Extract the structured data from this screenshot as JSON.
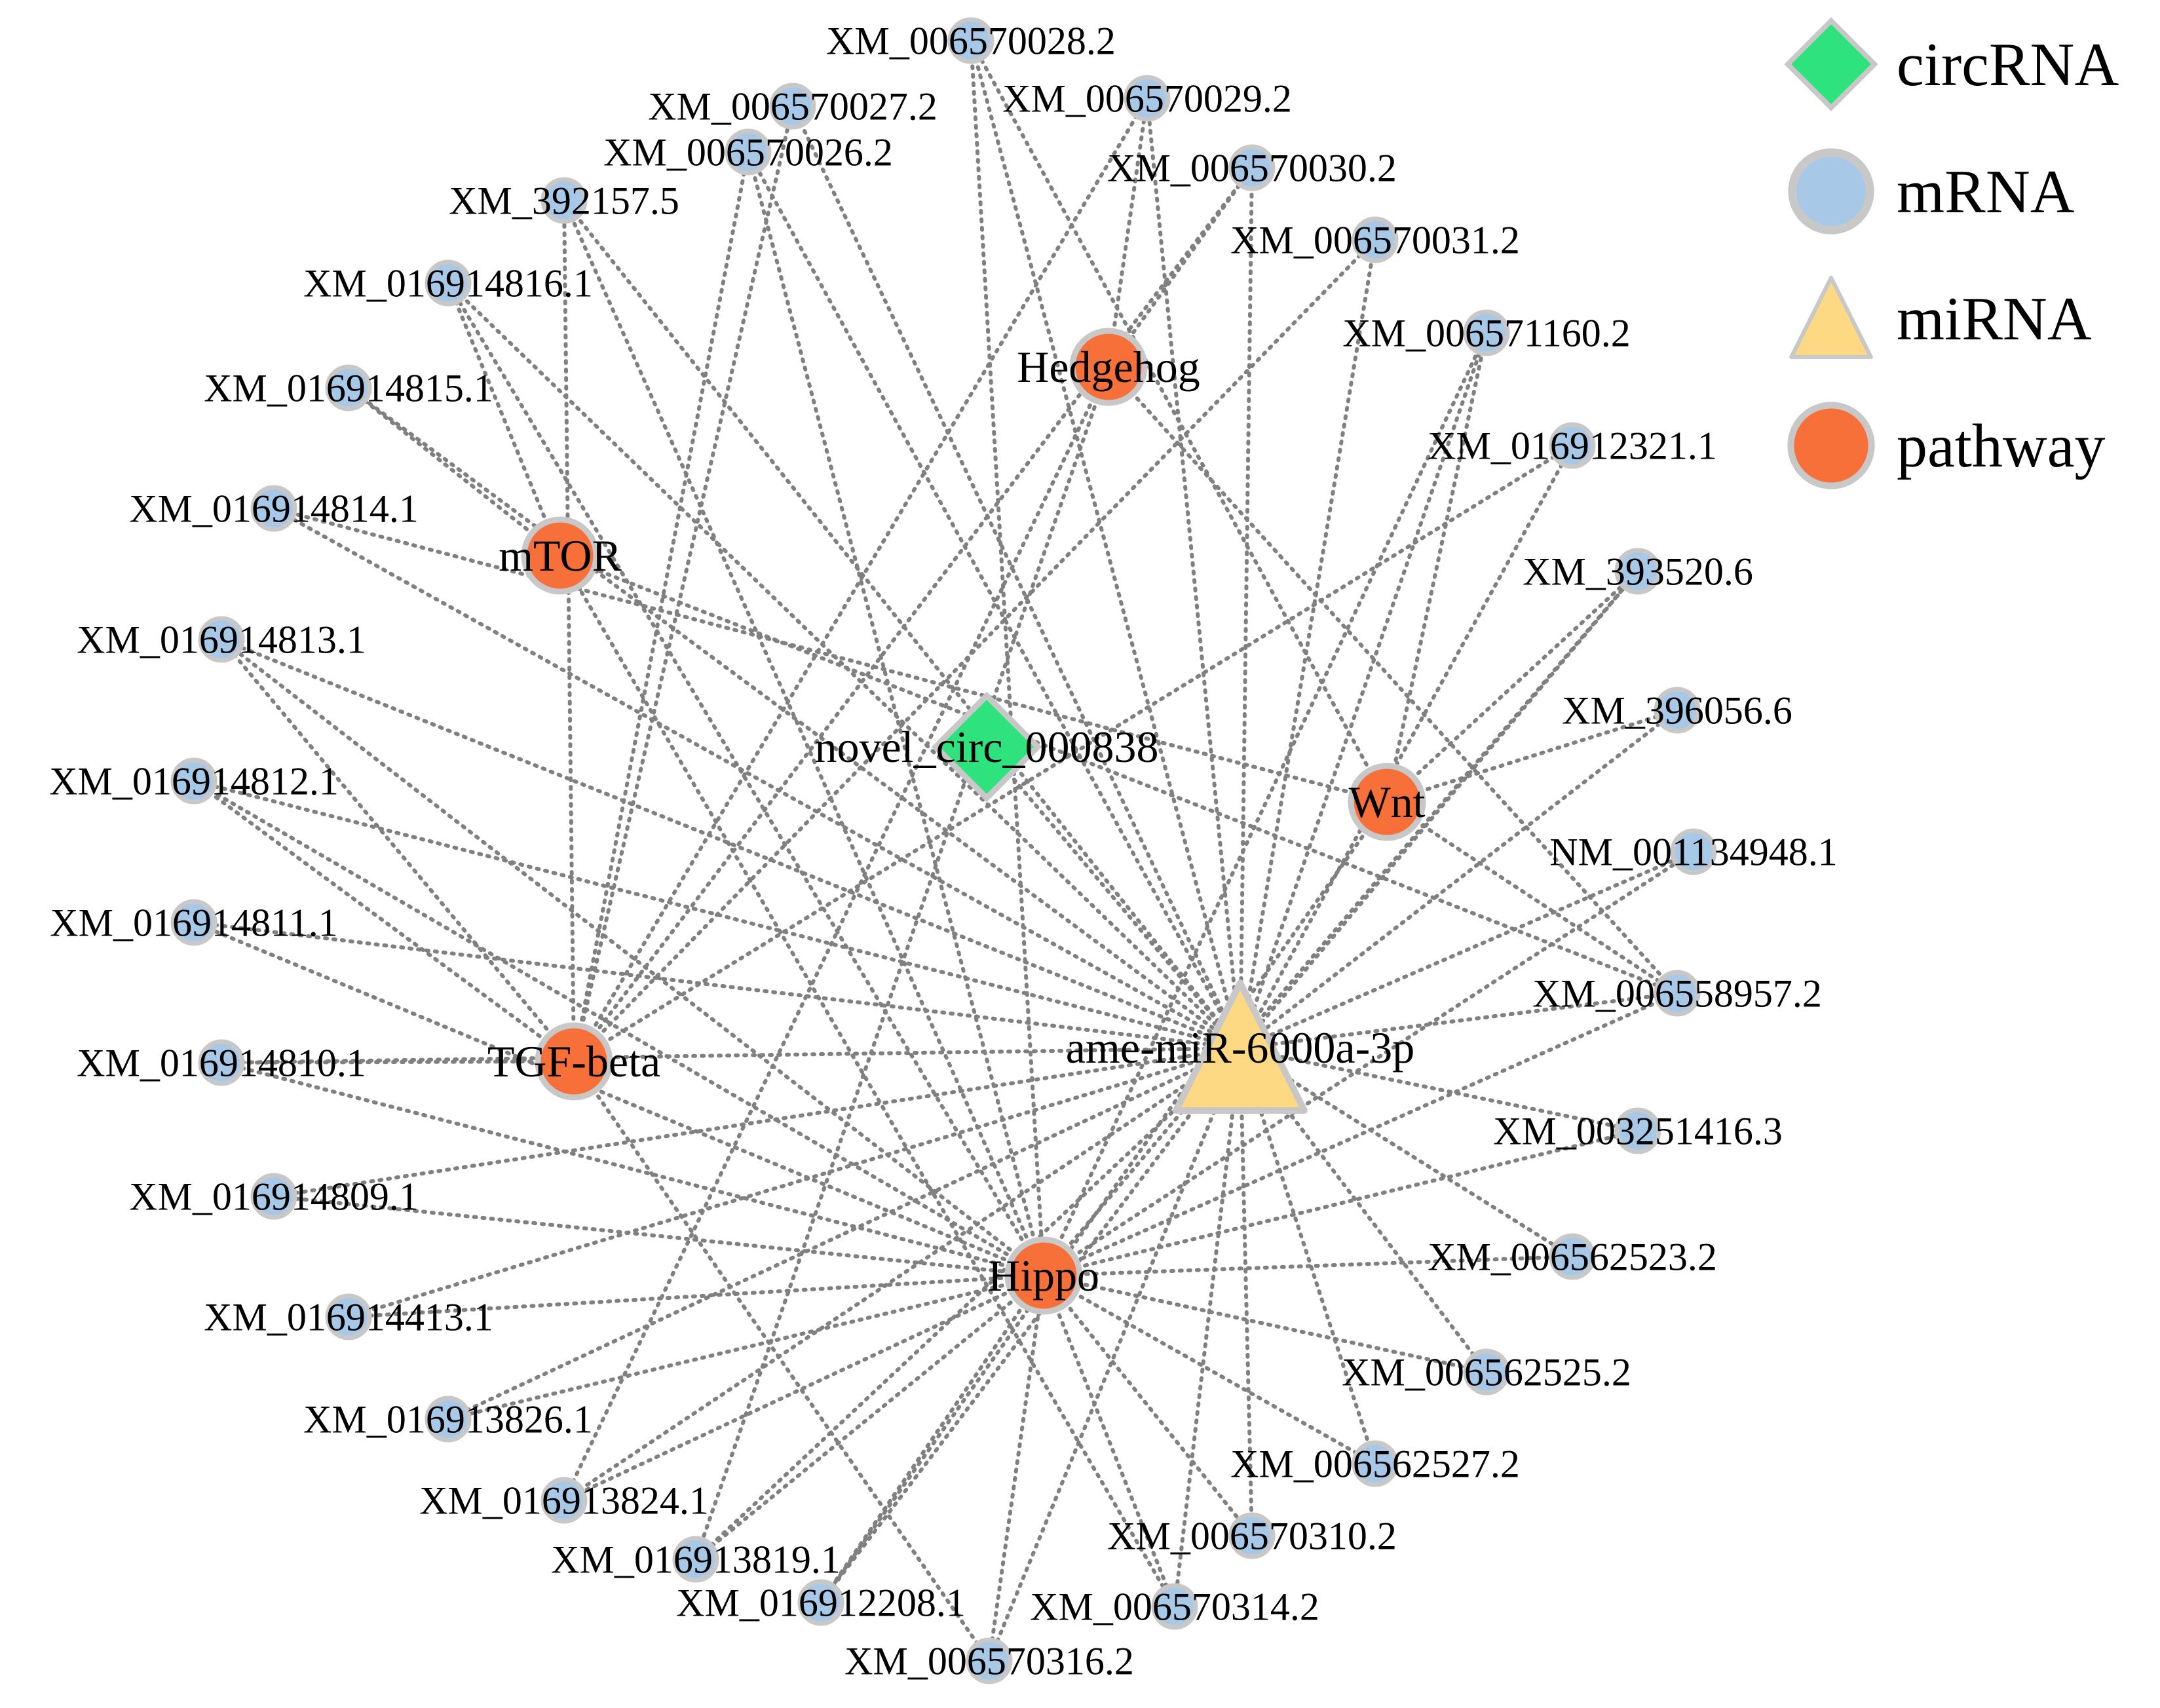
{
  "colors": {
    "circRNA": "#2ee27e",
    "mRNA": "#a8c8e8",
    "miRNA": "#fcd982",
    "pathway": "#f7703a",
    "node_border": "#c8c8c8",
    "edge": "#808080"
  },
  "legend": [
    {
      "type": "circRNA",
      "label": "circRNA",
      "shape": "diamond"
    },
    {
      "type": "mRNA",
      "label": "mRNA",
      "shape": "circle"
    },
    {
      "type": "miRNA",
      "label": "miRNA",
      "shape": "triangle"
    },
    {
      "type": "pathway",
      "label": "pathway",
      "shape": "circle"
    }
  ],
  "nodes": [
    {
      "id": "novel_circ_000838",
      "type": "circRNA",
      "label": "novel_circ_000838"
    },
    {
      "id": "ame-miR-6000a-3p",
      "type": "miRNA",
      "label": "ame-miR-6000a-3p"
    },
    {
      "id": "Hedgehog",
      "type": "pathway",
      "label": "Hedgehog"
    },
    {
      "id": "mTOR",
      "type": "pathway",
      "label": "mTOR"
    },
    {
      "id": "Wnt",
      "type": "pathway",
      "label": "Wnt"
    },
    {
      "id": "TGF-beta",
      "type": "pathway",
      "label": "TGF-beta"
    },
    {
      "id": "Hippo",
      "type": "pathway",
      "label": "Hippo"
    },
    {
      "id": "XM_006570028.2",
      "type": "mRNA",
      "label": "XM_006570028.2"
    },
    {
      "id": "XM_006570027.2",
      "type": "mRNA",
      "label": "XM_006570027.2"
    },
    {
      "id": "XM_006570029.2",
      "type": "mRNA",
      "label": "XM_006570029.2"
    },
    {
      "id": "XM_006570026.2",
      "type": "mRNA",
      "label": "XM_006570026.2"
    },
    {
      "id": "XM_392157.5",
      "type": "mRNA",
      "label": "XM_392157.5"
    },
    {
      "id": "XM_006570030.2",
      "type": "mRNA",
      "label": "XM_006570030.2"
    },
    {
      "id": "XM_016914816.1",
      "type": "mRNA",
      "label": "XM_016914816.1"
    },
    {
      "id": "XM_006570031.2",
      "type": "mRNA",
      "label": "XM_006570031.2"
    },
    {
      "id": "XM_006571160.2",
      "type": "mRNA",
      "label": "XM_006571160.2"
    },
    {
      "id": "XM_016914815.1",
      "type": "mRNA",
      "label": "XM_016914815.1"
    },
    {
      "id": "XM_016912321.1",
      "type": "mRNA",
      "label": "XM_016912321.1"
    },
    {
      "id": "XM_016914814.1",
      "type": "mRNA",
      "label": "XM_016914814.1"
    },
    {
      "id": "XM_393520.6",
      "type": "mRNA",
      "label": "XM_393520.6"
    },
    {
      "id": "XM_016914813.1",
      "type": "mRNA",
      "label": "XM_016914813.1"
    },
    {
      "id": "XM_396056.6",
      "type": "mRNA",
      "label": "XM_396056.6"
    },
    {
      "id": "XM_016914812.1",
      "type": "mRNA",
      "label": "XM_016914812.1"
    },
    {
      "id": "NM_001134948.1",
      "type": "mRNA",
      "label": "NM_001134948.1"
    },
    {
      "id": "XM_016914811.1",
      "type": "mRNA",
      "label": "XM_016914811.1"
    },
    {
      "id": "XM_006558957.2",
      "type": "mRNA",
      "label": "XM_006558957.2"
    },
    {
      "id": "XM_016914810.1",
      "type": "mRNA",
      "label": "XM_016914810.1"
    },
    {
      "id": "XM_003251416.3",
      "type": "mRNA",
      "label": "XM_003251416.3"
    },
    {
      "id": "XM_016914809.1",
      "type": "mRNA",
      "label": "XM_016914809.1"
    },
    {
      "id": "XM_006562523.2",
      "type": "mRNA",
      "label": "XM_006562523.2"
    },
    {
      "id": "XM_016914413.1",
      "type": "mRNA",
      "label": "XM_016914413.1"
    },
    {
      "id": "XM_006562525.2",
      "type": "mRNA",
      "label": "XM_006562525.2"
    },
    {
      "id": "XM_016913826.1",
      "type": "mRNA",
      "label": "XM_016913826.1"
    },
    {
      "id": "XM_006562527.2",
      "type": "mRNA",
      "label": "XM_006562527.2"
    },
    {
      "id": "XM_016913824.1",
      "type": "mRNA",
      "label": "XM_016913824.1"
    },
    {
      "id": "XM_006570310.2",
      "type": "mRNA",
      "label": "XM_006570310.2"
    },
    {
      "id": "XM_016913819.1",
      "type": "mRNA",
      "label": "XM_016913819.1"
    },
    {
      "id": "XM_016912208.1",
      "type": "mRNA",
      "label": "XM_016912208.1"
    },
    {
      "id": "XM_006570314.2",
      "type": "mRNA",
      "label": "XM_006570314.2"
    },
    {
      "id": "XM_006570316.2",
      "type": "mRNA",
      "label": "XM_006570316.2"
    }
  ],
  "edges": [
    [
      "novel_circ_000838",
      "ame-miR-6000a-3p"
    ],
    [
      "ame-miR-6000a-3p",
      "XM_006570028.2"
    ],
    [
      "ame-miR-6000a-3p",
      "XM_006570027.2"
    ],
    [
      "ame-miR-6000a-3p",
      "XM_006570029.2"
    ],
    [
      "ame-miR-6000a-3p",
      "XM_006570026.2"
    ],
    [
      "ame-miR-6000a-3p",
      "XM_392157.5"
    ],
    [
      "ame-miR-6000a-3p",
      "XM_006570030.2"
    ],
    [
      "ame-miR-6000a-3p",
      "XM_016914816.1"
    ],
    [
      "ame-miR-6000a-3p",
      "XM_006570031.2"
    ],
    [
      "ame-miR-6000a-3p",
      "XM_006571160.2"
    ],
    [
      "ame-miR-6000a-3p",
      "XM_016914815.1"
    ],
    [
      "ame-miR-6000a-3p",
      "XM_016912321.1"
    ],
    [
      "ame-miR-6000a-3p",
      "XM_016914814.1"
    ],
    [
      "ame-miR-6000a-3p",
      "XM_393520.6"
    ],
    [
      "ame-miR-6000a-3p",
      "XM_016914813.1"
    ],
    [
      "ame-miR-6000a-3p",
      "XM_396056.6"
    ],
    [
      "ame-miR-6000a-3p",
      "XM_016914812.1"
    ],
    [
      "ame-miR-6000a-3p",
      "NM_001134948.1"
    ],
    [
      "ame-miR-6000a-3p",
      "XM_016914811.1"
    ],
    [
      "ame-miR-6000a-3p",
      "XM_006558957.2"
    ],
    [
      "ame-miR-6000a-3p",
      "XM_016914810.1"
    ],
    [
      "ame-miR-6000a-3p",
      "XM_003251416.3"
    ],
    [
      "ame-miR-6000a-3p",
      "XM_016914809.1"
    ],
    [
      "ame-miR-6000a-3p",
      "XM_006562523.2"
    ],
    [
      "ame-miR-6000a-3p",
      "XM_016914413.1"
    ],
    [
      "ame-miR-6000a-3p",
      "XM_006562525.2"
    ],
    [
      "ame-miR-6000a-3p",
      "XM_016913826.1"
    ],
    [
      "ame-miR-6000a-3p",
      "XM_006562527.2"
    ],
    [
      "ame-miR-6000a-3p",
      "XM_016913824.1"
    ],
    [
      "ame-miR-6000a-3p",
      "XM_006570310.2"
    ],
    [
      "ame-miR-6000a-3p",
      "XM_016913819.1"
    ],
    [
      "ame-miR-6000a-3p",
      "XM_016912208.1"
    ],
    [
      "ame-miR-6000a-3p",
      "XM_006570314.2"
    ],
    [
      "ame-miR-6000a-3p",
      "XM_006570316.2"
    ],
    [
      "Hedgehog",
      "XM_006570029.2"
    ],
    [
      "Hedgehog",
      "XM_006570030.2"
    ],
    [
      "Hedgehog",
      "XM_006558957.2"
    ],
    [
      "Hedgehog",
      "XM_016913819.1"
    ],
    [
      "Hedgehog",
      "XM_016913824.1"
    ],
    [
      "mTOR",
      "XM_016914816.1"
    ],
    [
      "mTOR",
      "XM_016914815.1"
    ],
    [
      "mTOR",
      "XM_006558957.2"
    ],
    [
      "mTOR",
      "XM_006570314.2"
    ],
    [
      "Wnt",
      "XM_006571160.2"
    ],
    [
      "Wnt",
      "XM_393520.6"
    ],
    [
      "Wnt",
      "XM_396056.6"
    ],
    [
      "Wnt",
      "XM_006558957.2"
    ],
    [
      "Wnt",
      "XM_016914814.1"
    ],
    [
      "Wnt",
      "XM_016912208.1"
    ],
    [
      "Wnt",
      "XM_006570028.2"
    ],
    [
      "TGF-beta",
      "XM_006570027.2"
    ],
    [
      "TGF-beta",
      "XM_006570029.2"
    ],
    [
      "TGF-beta",
      "XM_006570026.2"
    ],
    [
      "TGF-beta",
      "XM_392157.5"
    ],
    [
      "TGF-beta",
      "XM_006570030.2"
    ],
    [
      "TGF-beta",
      "XM_006570031.2"
    ],
    [
      "TGF-beta",
      "XM_016912321.1"
    ],
    [
      "TGF-beta",
      "XM_016914810.1"
    ],
    [
      "TGF-beta",
      "XM_016914813.1"
    ],
    [
      "TGF-beta",
      "XM_016914812.1"
    ],
    [
      "TGF-beta",
      "XM_006570316.2"
    ],
    [
      "Hippo",
      "XM_016914816.1"
    ],
    [
      "Hippo",
      "XM_392157.5"
    ],
    [
      "Hippo",
      "XM_006570026.2"
    ],
    [
      "Hippo",
      "XM_006570028.2"
    ],
    [
      "Hippo",
      "XM_016914813.1"
    ],
    [
      "Hippo",
      "XM_016914812.1"
    ],
    [
      "Hippo",
      "XM_016914811.1"
    ],
    [
      "Hippo",
      "XM_016914810.1"
    ],
    [
      "Hippo",
      "XM_016914809.1"
    ],
    [
      "Hippo",
      "XM_016914413.1"
    ],
    [
      "Hippo",
      "XM_016913826.1"
    ],
    [
      "Hippo",
      "XM_016913824.1"
    ],
    [
      "Hippo",
      "XM_016913819.1"
    ],
    [
      "Hippo",
      "XM_016912208.1"
    ],
    [
      "Hippo",
      "XM_006570316.2"
    ],
    [
      "Hippo",
      "XM_006570314.2"
    ],
    [
      "Hippo",
      "XM_006570310.2"
    ],
    [
      "Hippo",
      "XM_006562527.2"
    ],
    [
      "Hippo",
      "XM_006562525.2"
    ],
    [
      "Hippo",
      "XM_006562523.2"
    ],
    [
      "Hippo",
      "XM_003251416.3"
    ],
    [
      "Hippo",
      "XM_006558957.2"
    ],
    [
      "Hippo",
      "NM_001134948.1"
    ],
    [
      "Hippo",
      "XM_006571160.2"
    ],
    [
      "Hippo",
      "XM_393520.6"
    ]
  ]
}
